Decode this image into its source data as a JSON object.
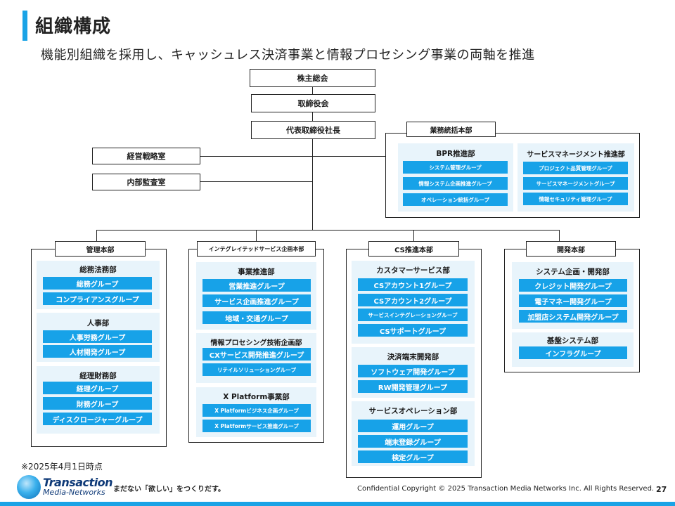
{
  "header": {
    "title": "組織構成",
    "subtitle": "機能別組織を採用し、キャッシュレス決済事業と情報プロセシング事業の両軸を推進"
  },
  "top": {
    "shareholders": "株主総会",
    "board": "取締役会",
    "president": "代表取締役社長",
    "strategy": "経営戦略室",
    "audit": "内部監査室"
  },
  "gyomu": {
    "label": "業務統括本部",
    "bpr": {
      "title": "BPR推進部",
      "groups": [
        "システム管理グループ",
        "情報システム企画推進グループ",
        "オペレーション統括グループ"
      ]
    },
    "svm": {
      "title": "サービスマネージメント推進部",
      "groups": [
        "プロジェクト品質管理グループ",
        "サービスマネージメントグループ",
        "情報セキュリティ管理グループ"
      ]
    }
  },
  "kanri": {
    "label": "管理本部",
    "soumu": {
      "title": "総務法務部",
      "groups": [
        "総務グループ",
        "コンプライアンスグループ"
      ]
    },
    "jinji": {
      "title": "人事部",
      "groups": [
        "人事労務グループ",
        "人材開発グループ"
      ]
    },
    "keiri": {
      "title": "経理財務部",
      "groups": [
        "経理グループ",
        "財務グループ",
        "ディスクロージャーグループ"
      ]
    }
  },
  "integrated": {
    "label": "インテグレイテッドサービス企画本部",
    "jigyo": {
      "title": "事業推進部",
      "groups": [
        "営業推進グループ",
        "サービス企画推進グループ",
        "地域・交通グループ"
      ]
    },
    "joho": {
      "title": "情報プロセシング技術企画部",
      "groups": [
        "CXサービス開発推進グループ",
        "リテイルソリューショングループ"
      ]
    },
    "xp": {
      "title": "X Platform事業部",
      "groups": [
        "X Platformビジネス企画グループ",
        "X Platformサービス推進グループ"
      ]
    }
  },
  "cs": {
    "label": "CS推進本部",
    "customer": {
      "title": "カスタマーサービス部",
      "groups": [
        "CSアカウント1グループ",
        "CSアカウント2グループ",
        "サービスインテグレーショングループ",
        "CSサポートグループ"
      ]
    },
    "kessai": {
      "title": "決済端末開発部",
      "groups": [
        "ソフトウェア開発グループ",
        "RW開発管理グループ"
      ]
    },
    "ops": {
      "title": "サービスオペレーション部",
      "groups": [
        "運用グループ",
        "端末登録グループ",
        "検定グループ"
      ]
    }
  },
  "kaihatsu": {
    "label": "開発本部",
    "sys": {
      "title": "システム企画・開発部",
      "groups": [
        "クレジット開発グループ",
        "電子マネー開発グループ",
        "加盟店システム開発グループ"
      ]
    },
    "kiban": {
      "title": "基盤システム部",
      "groups": [
        "インフラグループ"
      ]
    }
  },
  "footer": {
    "note": "※2025年4月1日時点",
    "logo_line1": "Transaction",
    "logo_line2": "Media-Networks",
    "tagline": "まだない「欲しい」をつくりだす。",
    "copyright": "Confidential  Copyright © 2025 Transaction Media Networks Inc. All Rights Reserved.",
    "page": "27"
  },
  "colors": {
    "accent": "#1aa3e6",
    "group_fill": "#17a2e8",
    "sub_bg": "#e8f4fb"
  }
}
